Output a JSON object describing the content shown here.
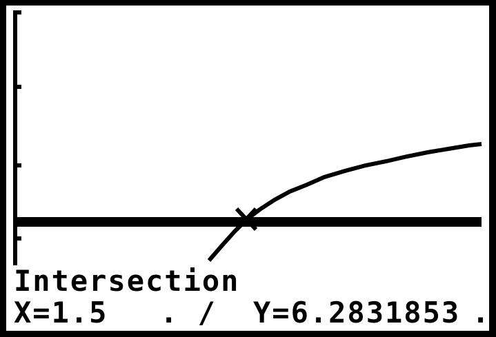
{
  "calculator_screen": {
    "mode_label": "Intersection",
    "x_readout": "X=1.5",
    "x_readout_tail": ". /",
    "y_readout": "Y=6.2831853",
    "y_readout_tail": ".",
    "colors": {
      "screen_background": "#ffffff",
      "ink": "#000000"
    }
  }
}
